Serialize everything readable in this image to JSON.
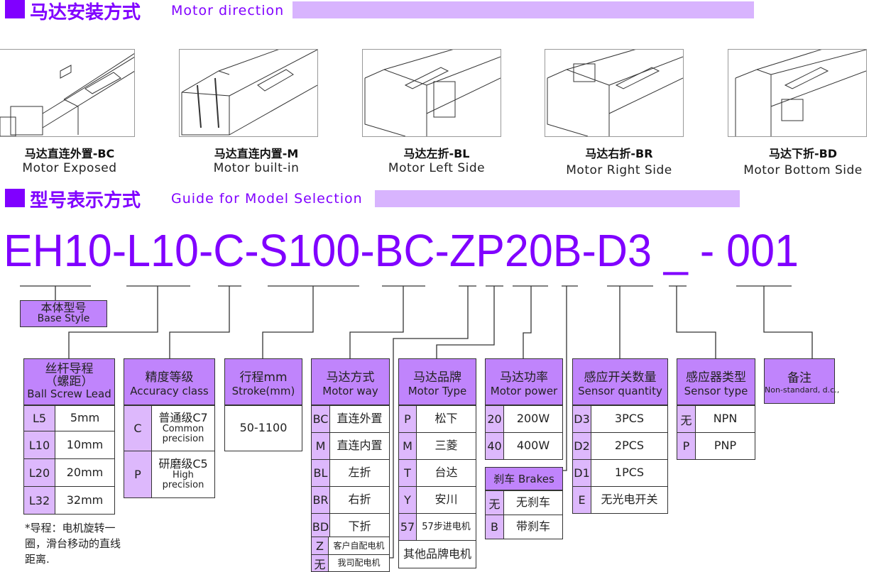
{
  "section1": {
    "title_cn": "马达安装方式",
    "title_en": "Motor direction"
  },
  "motor_options": [
    {
      "cn": "马达直连外置-BC",
      "en": "Motor Exposed"
    },
    {
      "cn": "马达直连内置-M",
      "en": "Motor built-in"
    },
    {
      "cn": "马达左折-BL",
      "en": "Motor Left Side"
    },
    {
      "cn": "马达右折-BR",
      "en": "Motor Right Side"
    },
    {
      "cn": "马达下折-BD",
      "en": "Motor Bottom Side"
    }
  ],
  "section2": {
    "title_cn": "型号表示方式",
    "title_en": "Guide for Model Selection"
  },
  "model_code": "EH10-L10-C-S100-BC-ZP20B-D3 _ - 001",
  "base": {
    "cn": "本体型号",
    "en": "Base Style"
  },
  "lead": {
    "cn": "丝杆导程",
    "cn2": "（螺距）",
    "en": "Ball Screw Lead",
    "rows": [
      {
        "code": "L5",
        "val": "5mm"
      },
      {
        "code": "L10",
        "val": "10mm"
      },
      {
        "code": "L20",
        "val": "20mm"
      },
      {
        "code": "L32",
        "val": "32mm"
      }
    ],
    "note": "*导程：电机旋转一圈，滑台移动的直线距离."
  },
  "accuracy": {
    "cn": "精度等级",
    "en": "Accuracy class",
    "rows": [
      {
        "code": "C",
        "val": "普通级C7",
        "sub": "Common precision"
      },
      {
        "code": "P",
        "val": "研磨级C5",
        "sub": "High precision"
      }
    ]
  },
  "stroke": {
    "cn": "行程mm",
    "en": "Stroke(mm)",
    "val": "50-1100"
  },
  "motor_way": {
    "cn": "马达方式",
    "en": "Motor way",
    "rows": [
      {
        "code": "BC",
        "val": "直连外置"
      },
      {
        "code": "M",
        "val": "直连内置"
      },
      {
        "code": "BL",
        "val": "左折"
      },
      {
        "code": "BR",
        "val": "右折"
      },
      {
        "code": "BD",
        "val": "下折"
      }
    ],
    "extra": [
      {
        "code": "Z",
        "val": "客户自配电机"
      },
      {
        "code": "无",
        "val": "我司配电机"
      }
    ]
  },
  "motor_type": {
    "cn": "马达品牌",
    "en": "Motor Type",
    "rows": [
      {
        "code": "P",
        "val": "松下"
      },
      {
        "code": "M",
        "val": "三菱"
      },
      {
        "code": "T",
        "val": "台达"
      },
      {
        "code": "Y",
        "val": "安川"
      },
      {
        "code": "57",
        "val": "57步进电机"
      }
    ],
    "other": "其他品牌电机"
  },
  "motor_power": {
    "cn": "马达功率",
    "en": "Motor power",
    "rows": [
      {
        "code": "20",
        "val": "200W"
      },
      {
        "code": "40",
        "val": "400W"
      }
    ]
  },
  "brakes": {
    "title": "刹车 Brakes",
    "rows": [
      {
        "code": "无",
        "val": "无刹车"
      },
      {
        "code": "B",
        "val": "带刹车"
      }
    ]
  },
  "sensor_qty": {
    "cn": "感应开关数量",
    "en": "Sensor quantity",
    "rows": [
      {
        "code": "D3",
        "val": "3PCS"
      },
      {
        "code": "D2",
        "val": "2PCS"
      },
      {
        "code": "D1",
        "val": "1PCS"
      },
      {
        "code": "E",
        "val": "无光电开关"
      }
    ]
  },
  "sensor_type": {
    "cn": "感应器类型",
    "en": "Sensor type",
    "rows": [
      {
        "code": "无",
        "val": "NPN"
      },
      {
        "code": "P",
        "val": "PNP"
      }
    ]
  },
  "remark": {
    "cn": "备注",
    "en": "Non-standard, d.c.,"
  },
  "colors": {
    "accent": "#8000ff",
    "header": "#c084fc",
    "code": "#ddb8fc",
    "bar": "#d8b4fe"
  }
}
